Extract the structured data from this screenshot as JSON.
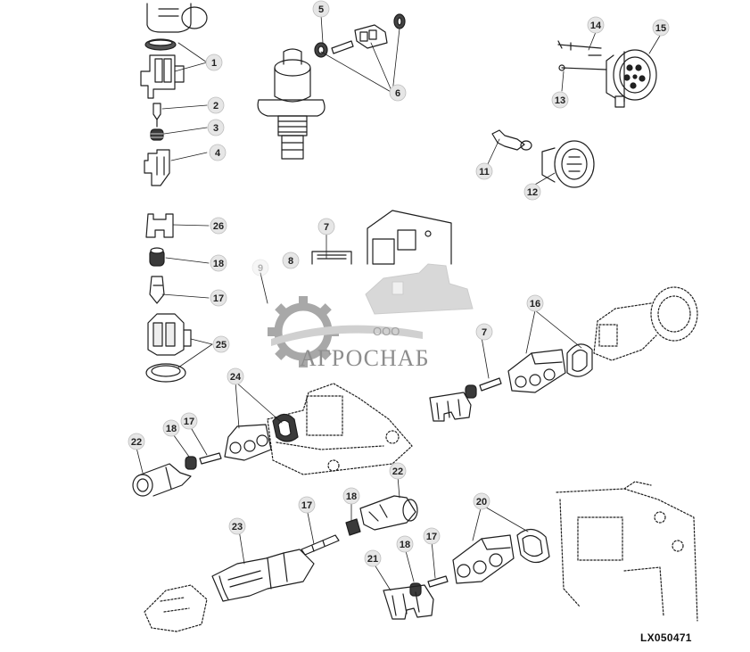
{
  "figure_ref": "LX050471",
  "watermark": {
    "line1": "ООО",
    "line2": "АГРОСНАБ"
  },
  "callouts": [
    {
      "id": "c1",
      "label": "1"
    },
    {
      "id": "c2",
      "label": "2"
    },
    {
      "id": "c3",
      "label": "3"
    },
    {
      "id": "c4",
      "label": "4"
    },
    {
      "id": "c5",
      "label": "5"
    },
    {
      "id": "c6",
      "label": "6"
    },
    {
      "id": "c7a",
      "label": "7"
    },
    {
      "id": "c8",
      "label": "8"
    },
    {
      "id": "c9",
      "label": "9"
    },
    {
      "id": "c11",
      "label": "11"
    },
    {
      "id": "c12",
      "label": "12"
    },
    {
      "id": "c13",
      "label": "13"
    },
    {
      "id": "c14",
      "label": "14"
    },
    {
      "id": "c15",
      "label": "15"
    },
    {
      "id": "c16",
      "label": "16"
    },
    {
      "id": "c7b",
      "label": "7"
    },
    {
      "id": "c26",
      "label": "26"
    },
    {
      "id": "c18a",
      "label": "18"
    },
    {
      "id": "c17a",
      "label": "17"
    },
    {
      "id": "c25",
      "label": "25"
    },
    {
      "id": "c24",
      "label": "24"
    },
    {
      "id": "c22a",
      "label": "22"
    },
    {
      "id": "c18b",
      "label": "18"
    },
    {
      "id": "c17b",
      "label": "17"
    },
    {
      "id": "c22b",
      "label": "22"
    },
    {
      "id": "c18c",
      "label": "18"
    },
    {
      "id": "c17c",
      "label": "17"
    },
    {
      "id": "c23",
      "label": "23"
    },
    {
      "id": "c20",
      "label": "20"
    },
    {
      "id": "c21",
      "label": "21"
    },
    {
      "id": "c18d",
      "label": "18"
    },
    {
      "id": "c17d",
      "label": "17"
    }
  ]
}
